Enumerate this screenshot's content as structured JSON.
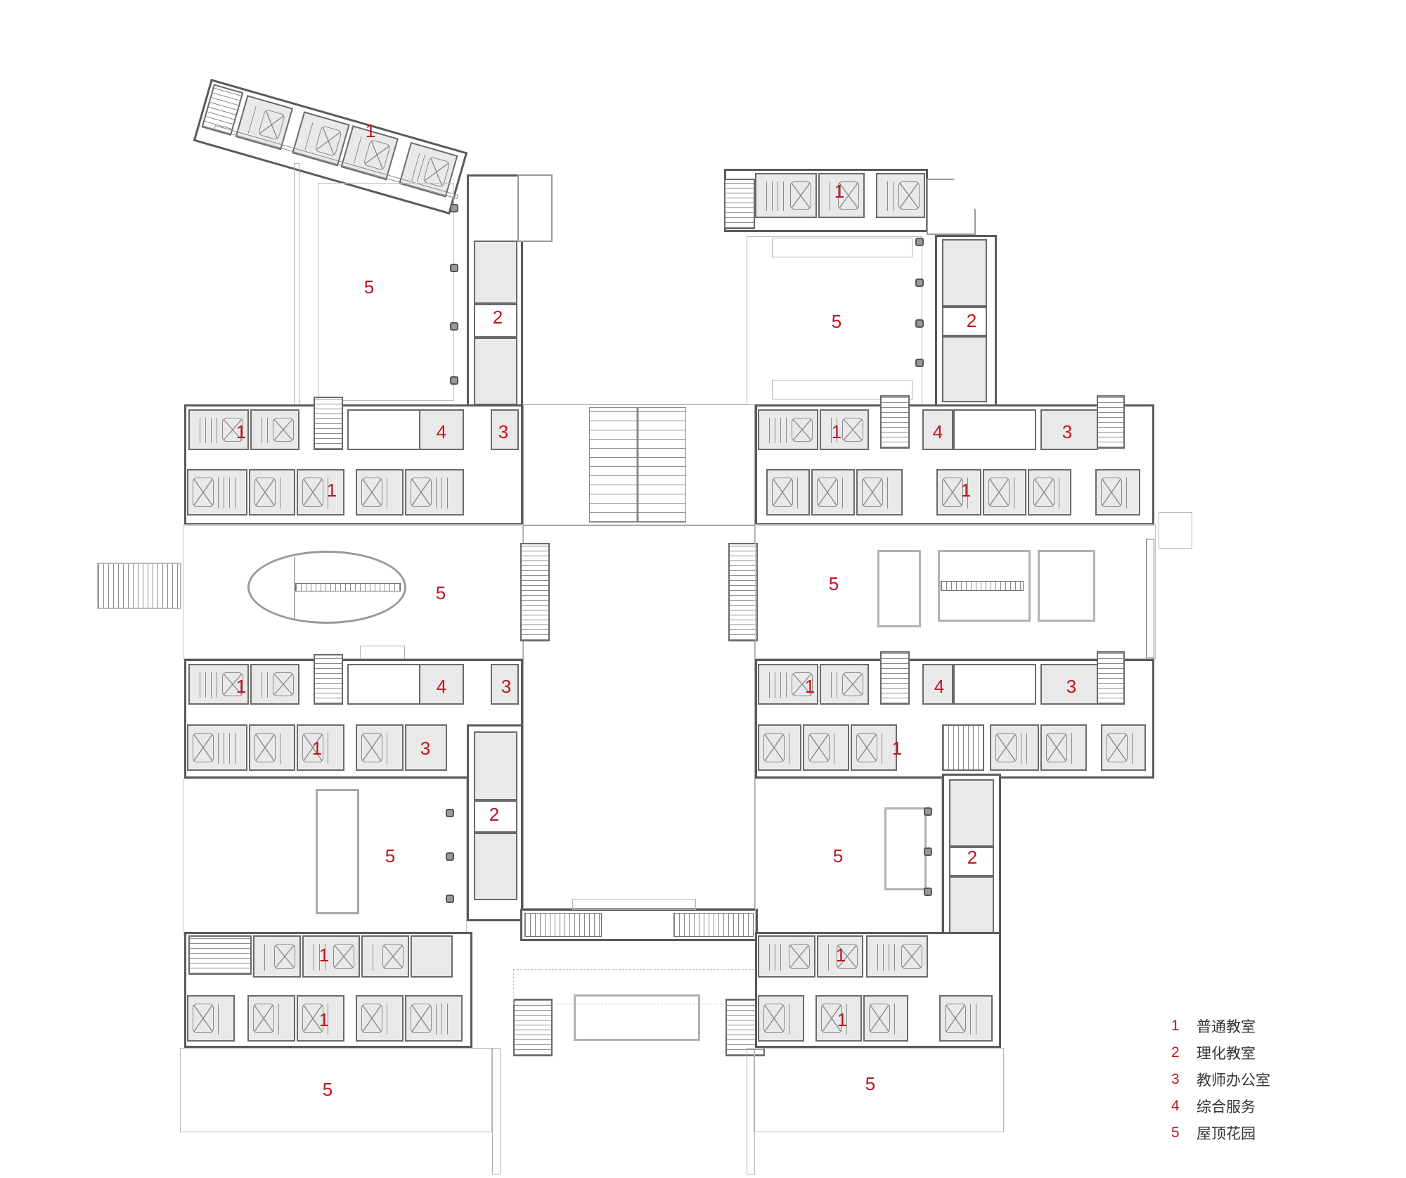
{
  "plan": {
    "room_labels": {
      "nw_angled_wing": "1",
      "nw_garden": "5",
      "nw_lab": "2",
      "w1_top_classroom": "1",
      "w1_service": "4",
      "w1_office": "3",
      "w1_bottom_classroom": "1",
      "w_atrium_garden": "5",
      "w2_top_classroom": "1",
      "w2_service": "4",
      "w2_office": "3",
      "w2_bottom_classroom": "1",
      "w2_bottom_office": "3",
      "sw_lab": "2",
      "sw_garden": "5",
      "w3_top_classroom": "1",
      "w3_bottom_classroom": "1",
      "s_left_garden": "5",
      "ne_top_classroom": "1",
      "ne_garden": "5",
      "ne_lab": "2",
      "e1_top_classroom": "1",
      "e1_service": "4",
      "e1_office": "3",
      "e1_bottom_classroom": "1",
      "e_courtyard_garden": "5",
      "e2_top_classroom": "1",
      "e2_service": "4",
      "e2_office": "3",
      "e2_bottom_classroom": "1",
      "se_garden": "5",
      "se_lab": "2",
      "e3_top_classroom": "1",
      "e3_bottom_classroom": "1",
      "s_right_garden": "5"
    }
  },
  "legend": {
    "items": [
      {
        "number": "1",
        "label": "普通教室"
      },
      {
        "number": "2",
        "label": "理化教室"
      },
      {
        "number": "3",
        "label": "教师办公室"
      },
      {
        "number": "4",
        "label": "综合服务"
      },
      {
        "number": "5",
        "label": "屋顶花园"
      }
    ]
  },
  "colors": {
    "label_red": "#c0151f",
    "wall": "#5a5a5a",
    "room_fill": "#e9e9e9"
  }
}
